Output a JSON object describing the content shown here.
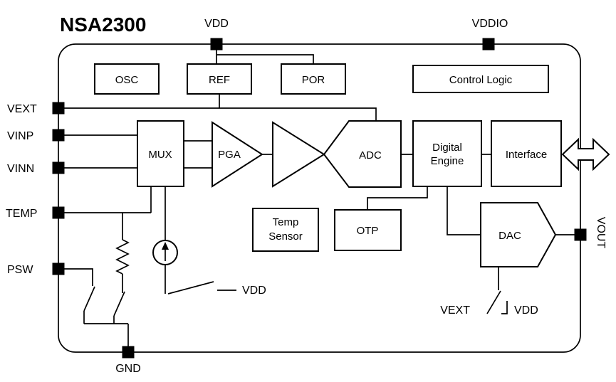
{
  "title": "NSA2300",
  "pins": {
    "vdd": "VDD",
    "vddio": "VDDIO",
    "vext": "VEXT",
    "vinp": "VINP",
    "vinn": "VINN",
    "temp": "TEMP",
    "psw": "PSW",
    "gnd": "GND",
    "vout": "VOUT"
  },
  "blocks": {
    "osc": "OSC",
    "ref": "REF",
    "por": "POR",
    "control_logic": "Control Logic",
    "mux": "MUX",
    "pga": "PGA",
    "adc": "ADC",
    "digital_engine": {
      "line1": "Digital",
      "line2": "Engine"
    },
    "interface": "Interface",
    "temp_sensor": {
      "line1": "Temp",
      "line2": "Sensor"
    },
    "otp": "OTP",
    "dac": "DAC"
  },
  "annotations": {
    "vdd_mid": "VDD",
    "vext_dac": "VEXT",
    "vdd_dac": "VDD"
  },
  "colors": {
    "line": "#000000",
    "background": "#ffffff",
    "pad_fill": "#000000"
  }
}
